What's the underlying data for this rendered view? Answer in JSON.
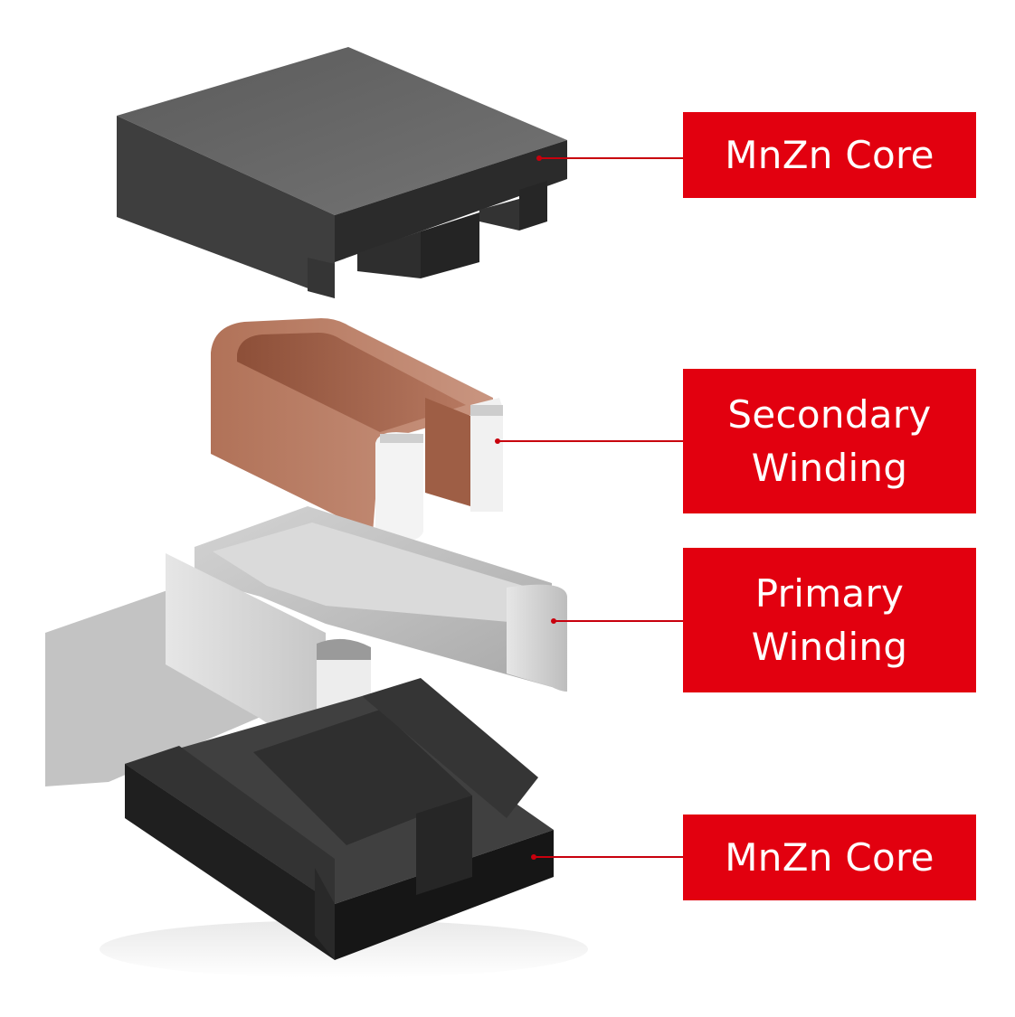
{
  "labels": {
    "top_core": [
      "MnZn Core"
    ],
    "secondary_winding": [
      "Secondary",
      "Winding"
    ],
    "primary_winding": [
      "Primary",
      "Winding"
    ],
    "bottom_core": [
      "MnZn Core"
    ]
  },
  "colors": {
    "label_background": "#e2000f",
    "label_text": "#ffffff",
    "leader_line": "#c8000d",
    "core": "#3a3a3a",
    "copper": "#b77a63",
    "terminal": "#f2f2f2"
  }
}
